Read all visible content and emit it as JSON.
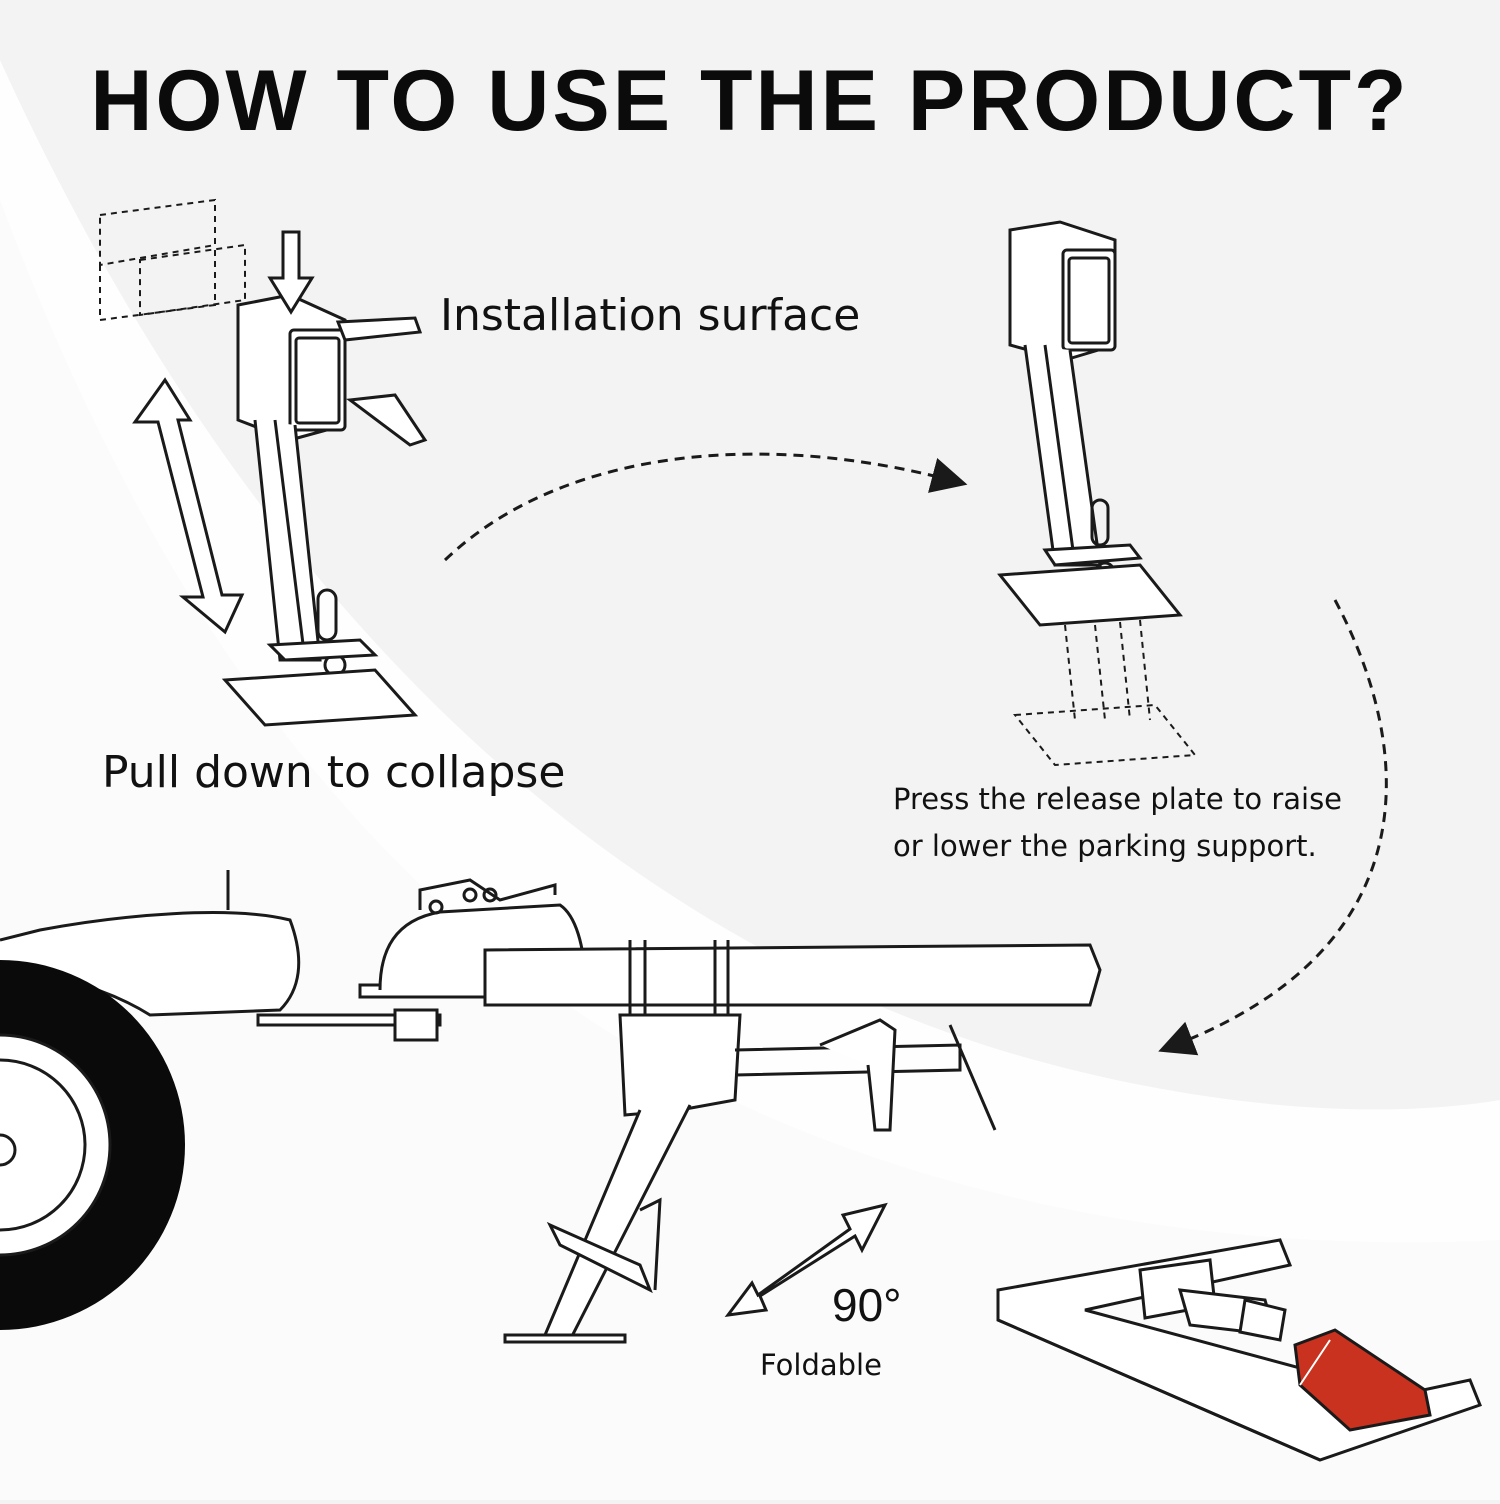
{
  "title": "HOW TO USE THE PRODUCT?",
  "labels": {
    "installation_surface": "Installation surface",
    "pull_down": "Pull down to collapse",
    "press_line1": "Press the release plate to raise",
    "press_line2": "or lower the parking support.",
    "angle": "90°",
    "foldable": "Foldable"
  },
  "colors": {
    "background": "#f3f3f3",
    "swoosh": "#ffffff",
    "line": "#1a1a1a",
    "accent": "#c8321e"
  },
  "icons": [
    "double-arrow-icon",
    "down-arrow-icon",
    "curved-dashed-arrow-icon",
    "wheel-icon"
  ]
}
